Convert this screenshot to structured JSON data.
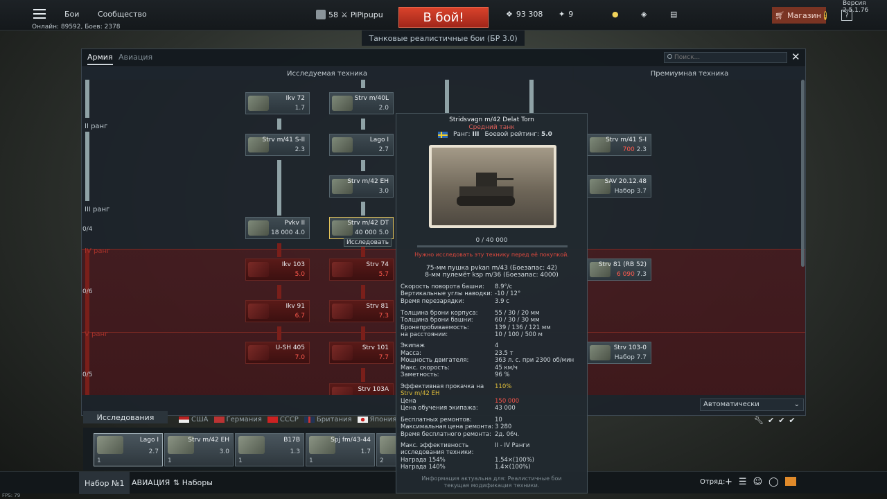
{
  "topbar": {
    "nav_battles": "Бои",
    "nav_community": "Сообщество",
    "online": "Онлайн: 89592, Боев: 2378",
    "player_level": "58",
    "player_name": "PiPipupu",
    "battle_button": "В бой!",
    "mode_label": "Танковые реалистичные бои (БР 3.0)",
    "silver": "93 308",
    "eagles": "9",
    "shop": "Магазин",
    "version": "Версия 2.5.1.76"
  },
  "tree": {
    "tabs": [
      "Армия",
      "Авиация"
    ],
    "search_placeholder": "Поиск...",
    "col_researched": "Исследуемая техника",
    "col_premium": "Премиумная техника",
    "ranks": [
      "II ранг",
      "III ранг",
      "IV ранг",
      "V ранг"
    ],
    "counters": [
      "0/4",
      "0/6",
      "0/5"
    ],
    "nodes": [
      {
        "name": "Ikv 72",
        "br": "1.7"
      },
      {
        "name": "Strv m/40L",
        "br": "2.0"
      },
      {
        "name": "Strv m/41 S-II",
        "br": "2.3"
      },
      {
        "name": "Lago I",
        "br": "2.7"
      },
      {
        "name": "Strv m/42 EH",
        "br": "3.0"
      },
      {
        "name": "Pvkv II",
        "br": "4.0",
        "price": "18 000"
      },
      {
        "name": "Strv m/42 DT",
        "br": "5.0",
        "price": "40 000"
      },
      {
        "name": "Ikv 103",
        "br": "5.0"
      },
      {
        "name": "Strv 74",
        "br": "5.7"
      },
      {
        "name": "Ikv 91",
        "br": "6.7"
      },
      {
        "name": "Strv 81",
        "br": "7.3"
      },
      {
        "name": "U-SH 405",
        "br": "7.0"
      },
      {
        "name": "Strv 101",
        "br": "7.7"
      },
      {
        "name": "Strv 103A",
        "br": ""
      }
    ],
    "premium_nodes": [
      {
        "name": "Strv m/41 S-I",
        "price": "700",
        "br": "2.3"
      },
      {
        "name": "SAV 20.12.48",
        "price": "Набор",
        "br": "3.7"
      },
      {
        "name": "Strv 81 (RB 52)",
        "price": "6 090",
        "br": "7.3"
      },
      {
        "name": "Strv 103-0",
        "price": "Набор",
        "br": "7.7"
      }
    ],
    "tooltip": "Исследовать",
    "auto_select": "Автоматически"
  },
  "research": {
    "title": "Исследования",
    "nations": [
      "США",
      "Германия",
      "СССР",
      "Британия",
      "Япония"
    ],
    "slots": [
      {
        "name": "Lago I",
        "br": "2.7",
        "count": "1"
      },
      {
        "name": "Strv m/42 EH",
        "br": "3.0",
        "count": "1"
      },
      {
        "name": "B17B",
        "br": "1.3",
        "count": "1"
      },
      {
        "name": "Spj fm/43-44",
        "br": "1.7",
        "count": "1"
      },
      {
        "name": "",
        "br": "",
        "count": "2"
      }
    ]
  },
  "bottombar": {
    "preset": "Набор №1",
    "aviation": "АВИАЦИЯ",
    "presets": "Наборы",
    "squad": "Отряд:",
    "fps": "FPS: 79"
  },
  "info": {
    "title": "Stridsvagn m/42 Delat Torn",
    "class": "Средний танк",
    "rank_label": "Ранг:",
    "rank_value": "III",
    "br_label": "Боевой рейтинг:",
    "br_value": "5.0",
    "rp": "0 / 40 000",
    "warning": "Нужно исследовать эту технику перед её покупкой.",
    "weapons": [
      "75-мм пушка pvkan m/43 (Боезапас: 42)",
      "8-мм пулемёт ksp m/36 (Боезапас: 4000)"
    ],
    "stats": [
      {
        "label": "Скорость поворота башни:",
        "value": "8.9°/с"
      },
      {
        "label": "Вертикальные углы наводки:",
        "value": "-10 / 12°"
      },
      {
        "label": "Время перезарядки:",
        "value": "3.9 с"
      },
      {
        "label": "Толщина брони корпуса:",
        "value": "55 / 30 / 20 мм"
      },
      {
        "label": "Толщина брони башни:",
        "value": "60 / 30 / 30 мм"
      },
      {
        "label": "Бронепробиваемость:",
        "value": "139 / 136 / 121 мм"
      },
      {
        "label": "на расстоянии:",
        "value": "10 / 100 / 500 м"
      },
      {
        "label": "Экипаж",
        "value": "4"
      },
      {
        "label": "Масса:",
        "value": "23.5 т"
      },
      {
        "label": "Мощность двигателя:",
        "value": "363 л. с. при 2300 об/мин"
      },
      {
        "label": "Макс. скорость:",
        "value": "45 км/ч"
      },
      {
        "label": "Заметность:",
        "value": "96 %"
      }
    ],
    "eff_label": "Эффективная прокачка на",
    "eff_vehicle": "Strv m/42 EH",
    "eff_value": "110%",
    "price_label": "Цена",
    "price_value": "150 000",
    "crew_label": "Цена обучения экипажа:",
    "crew_value": "43 000",
    "repair": [
      {
        "label": "Бесплатных ремонтов:",
        "value": "10"
      },
      {
        "label": "Максимальная цена ремонта:",
        "value": "3 280"
      },
      {
        "label": "Время бесплатного ремонта:",
        "value": "2д. 06ч."
      }
    ],
    "research_eff_label1": "Макс. эффективность",
    "research_eff_label2": "исследования техники:",
    "research_eff_value": "II - IV Ранги",
    "reward1_label": "Награда 154%",
    "reward1_value": "1.54×(100%)",
    "reward2_label": "Награда 140%",
    "reward2_value": "1.4×(100%)",
    "footnote1": "Информация актуальна для: Реалистичные бои",
    "footnote2": "текущая модификация техники."
  }
}
